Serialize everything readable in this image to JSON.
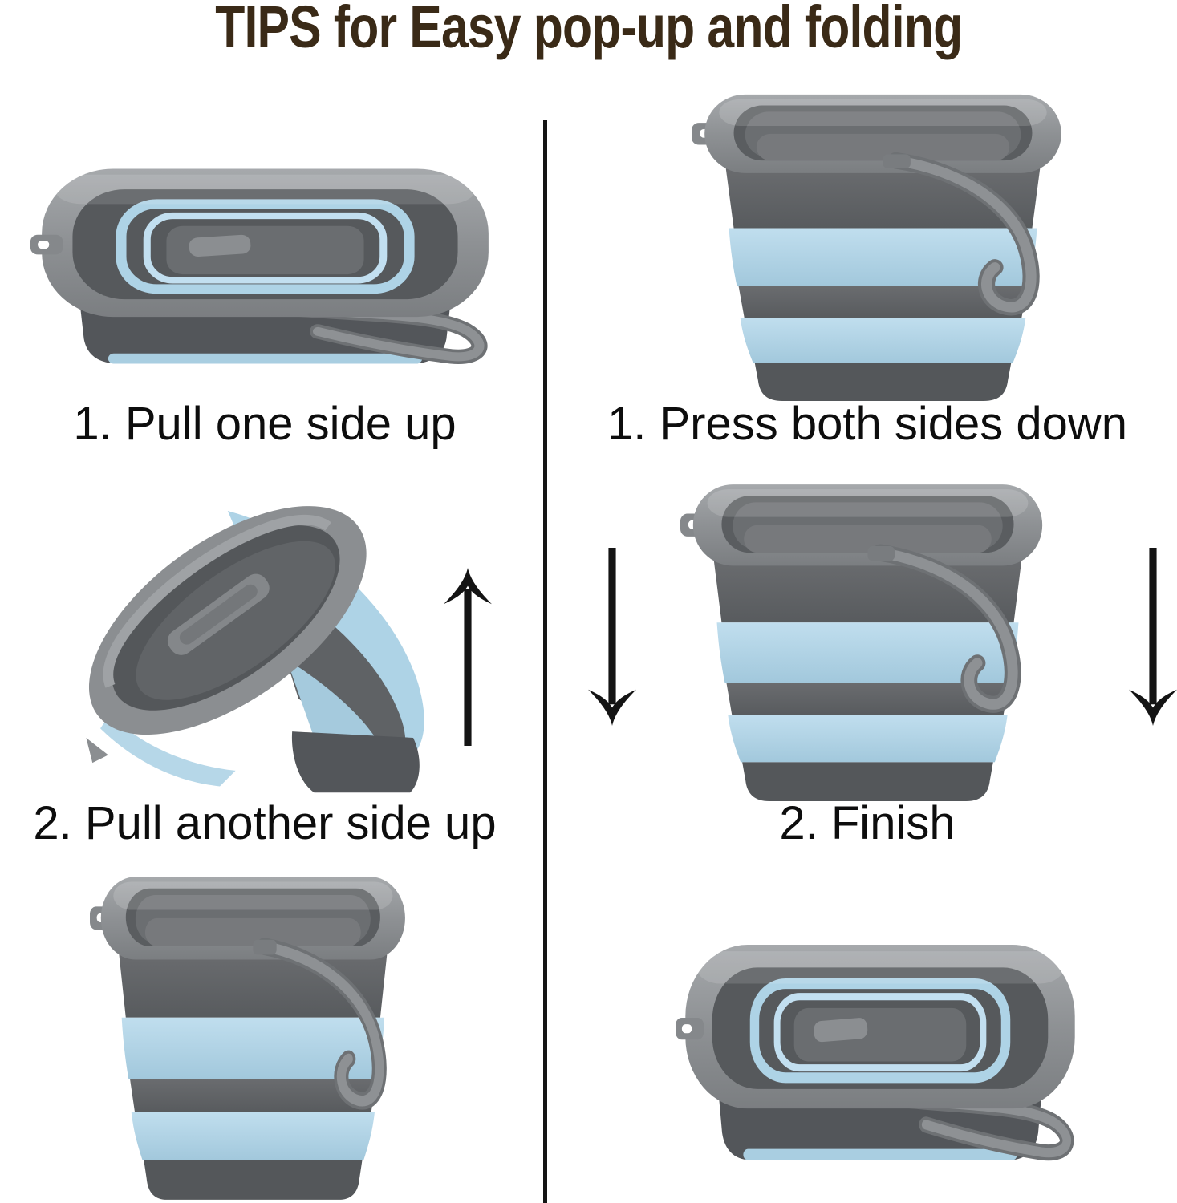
{
  "title": "TIPS for Easy pop-up and folding",
  "left_column": {
    "steps": [
      {
        "label": "1. Pull one side up"
      },
      {
        "label": "2. Pull another side up"
      }
    ]
  },
  "right_column": {
    "steps": [
      {
        "label": "1. Press both sides down"
      },
      {
        "label": "2. Finish"
      }
    ]
  },
  "colors": {
    "background": "#ffffff",
    "title_text": "#3a2a17",
    "caption_text": "#0d0d0d",
    "divider": "#151515",
    "arrow": "#141414",
    "bucket_rim_gray": "#8e9194",
    "bucket_dark_gray": "#5a5d60",
    "bucket_blue": "#aed3e6",
    "bucket_base_gray": "#54575a"
  }
}
